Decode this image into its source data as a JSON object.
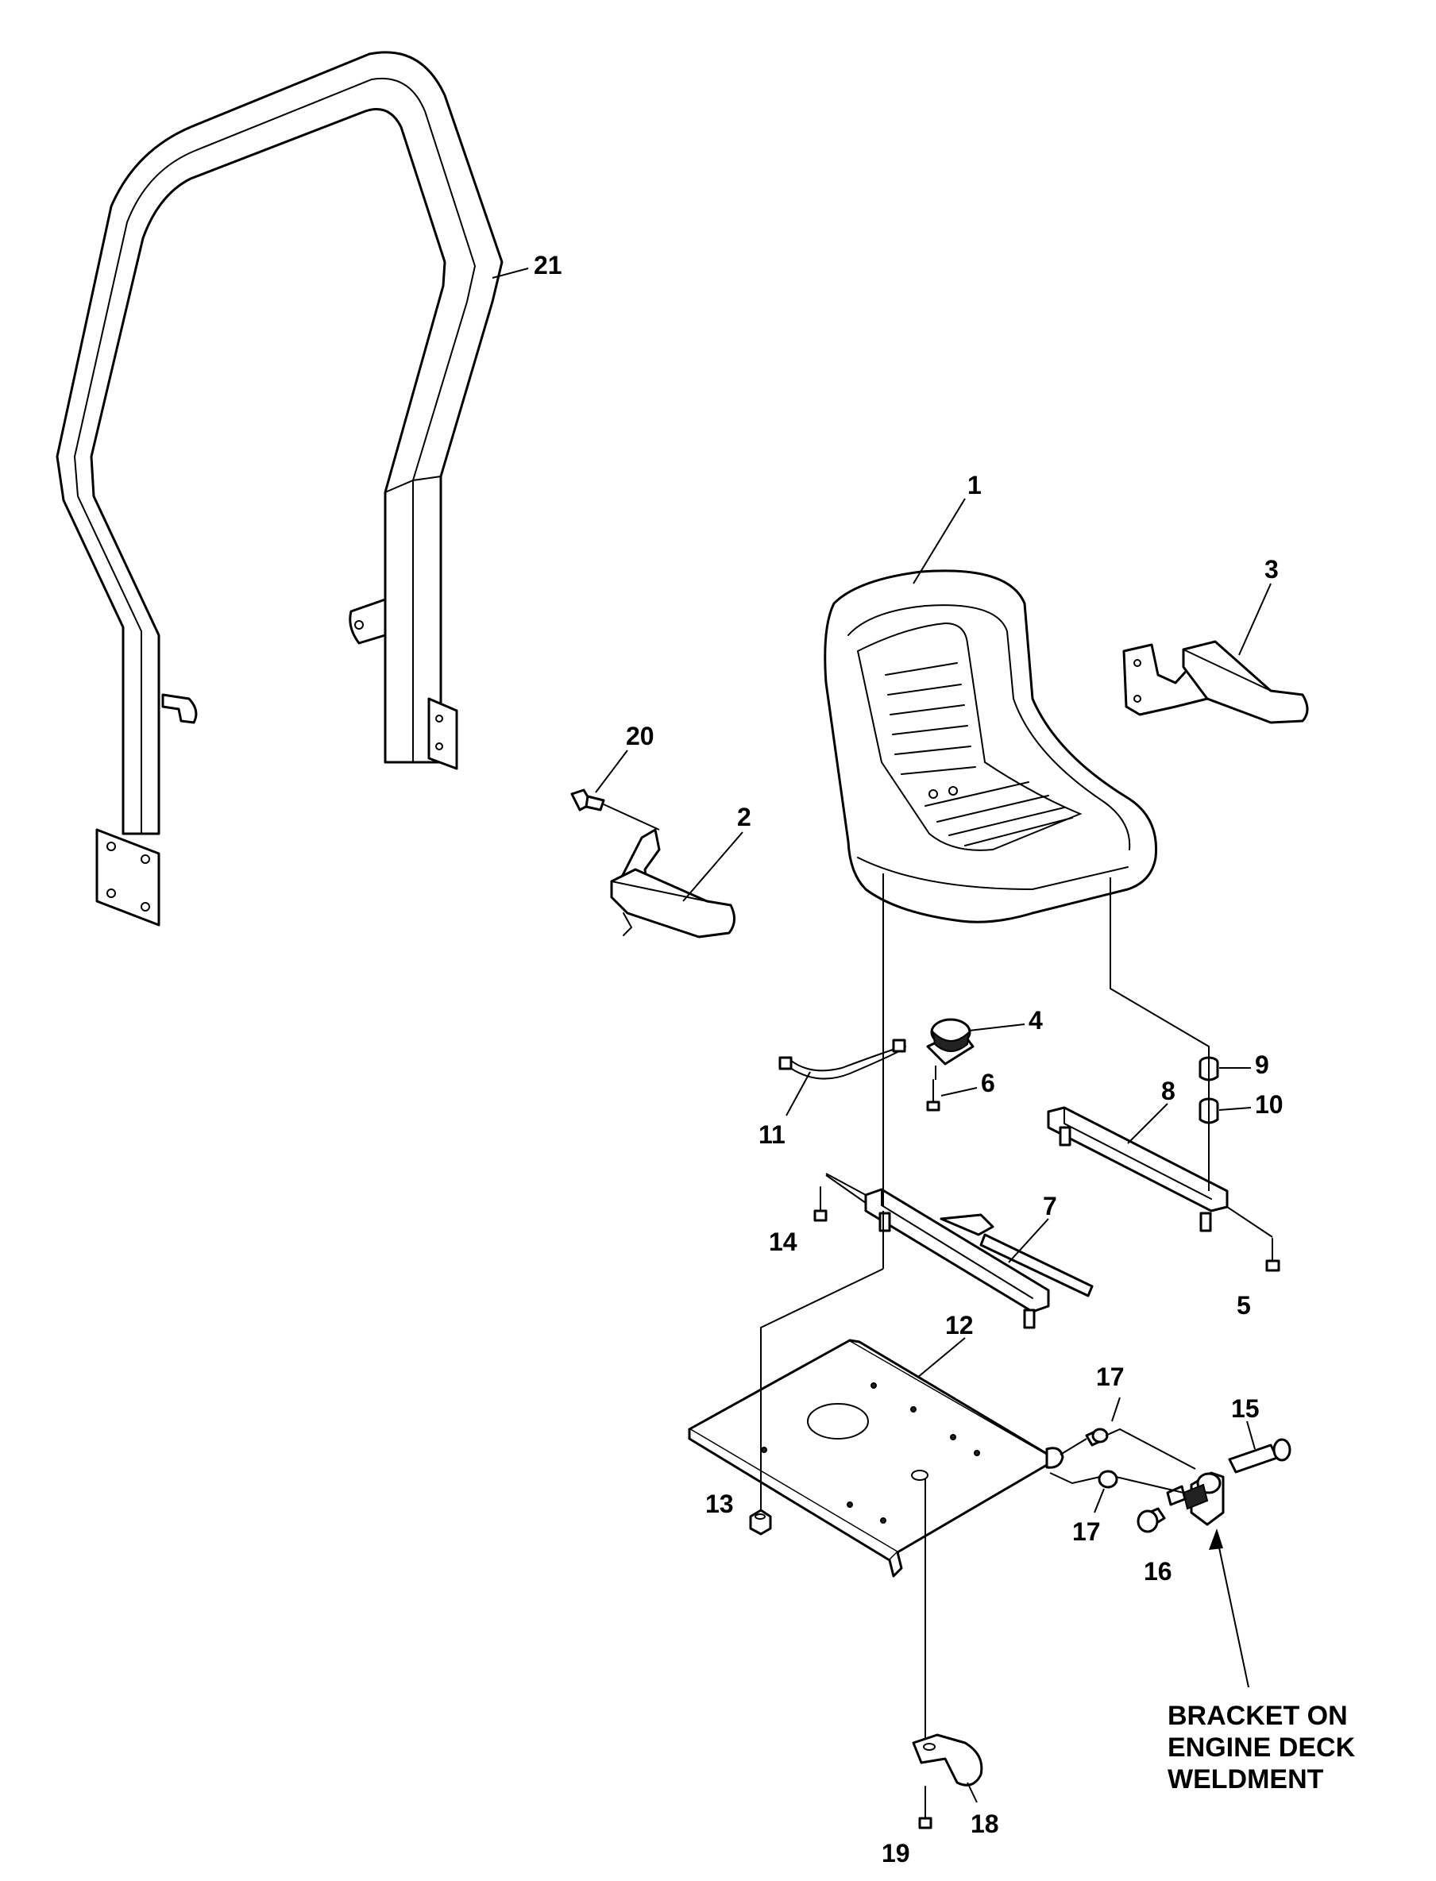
{
  "diagram": {
    "callouts": {
      "c1": "1",
      "c2": "2",
      "c3": "3",
      "c4": "4",
      "c5": "5",
      "c6": "6",
      "c7": "7",
      "c8": "8",
      "c9": "9",
      "c10": "10",
      "c11": "11",
      "c12": "12",
      "c13": "13",
      "c14": "14",
      "c15": "15",
      "c16": "16",
      "c17a": "17",
      "c17b": "17",
      "c18": "18",
      "c19": "19",
      "c20": "20",
      "c21": "21"
    },
    "note": {
      "line1": "BRACKET ON",
      "line2": "ENGINE DECK",
      "line3": "WELDMENT"
    }
  }
}
